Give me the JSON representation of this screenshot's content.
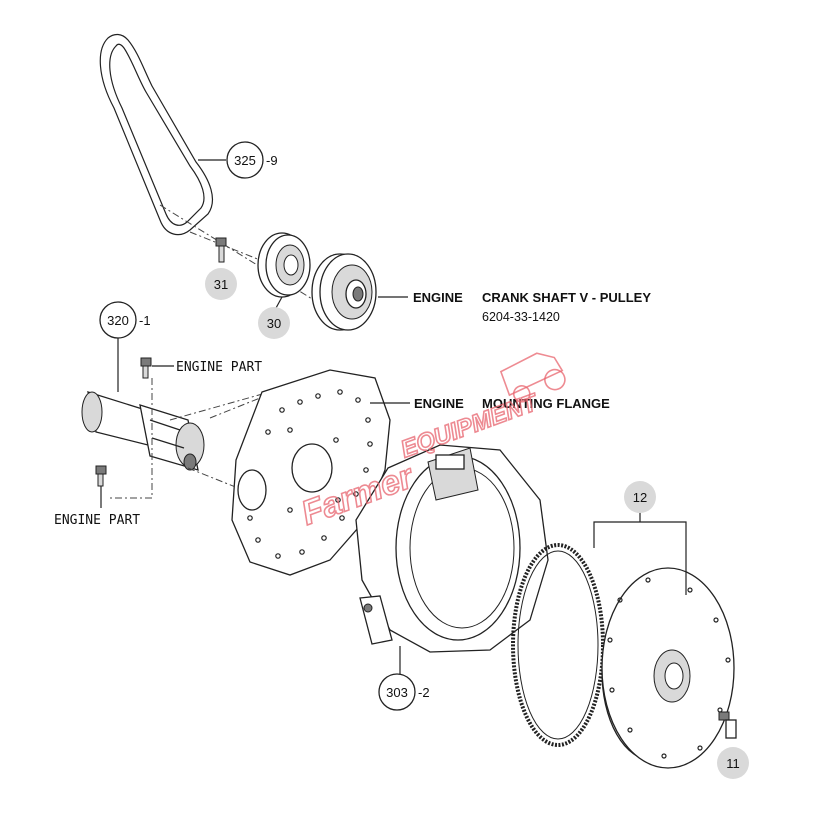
{
  "callouts": {
    "belt": {
      "number": "325",
      "suffix": "-9"
    },
    "starter": {
      "number": "320",
      "suffix": "-1"
    },
    "housing": {
      "number": "303",
      "suffix": "-2"
    },
    "bolt_pulley": {
      "number": "31"
    },
    "pulley": {
      "number": "30"
    },
    "ring_gear": {
      "number": "12"
    },
    "flywheel_bolt": {
      "number": "11"
    }
  },
  "labels": {
    "engine_part_top": "ENGINE PART",
    "engine_part_bottom": "ENGINE PART",
    "crankshaft_prefix": "ENGINE",
    "crankshaft_name": "CRANK SHAFT V - PULLEY",
    "crankshaft_partno": "6204-33-1420",
    "flange_prefix": "ENGINE",
    "flange_name": "MOUNTING FLANGE"
  },
  "watermark": {
    "brand_a": "Farmer",
    "brand_b": "EQUIPMENT",
    "color": "#e8646e"
  },
  "colors": {
    "line": "#222222",
    "gray_bubble": "#d9d9d9"
  }
}
